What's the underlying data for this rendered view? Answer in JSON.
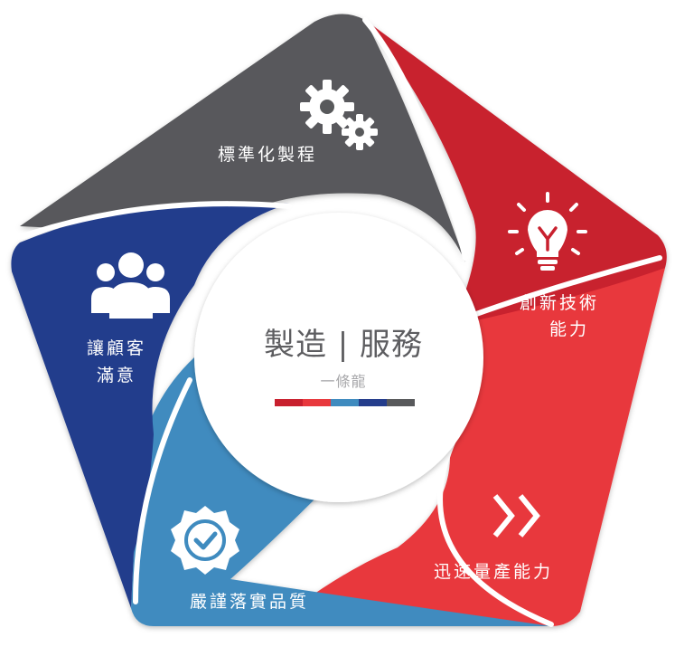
{
  "center": {
    "title": "製造 | 服務",
    "subtitle": "一條龍"
  },
  "segments": {
    "process": {
      "label": "標準化製程",
      "icon": "gears-icon",
      "color": "#58595b"
    },
    "innovation": {
      "label_line1": "創新技術",
      "label_line2": "能力",
      "icon": "lightbulb-icon",
      "color": "#c8202e"
    },
    "speed": {
      "label": "迅速量產能力",
      "icon": "double-chevron-right-icon",
      "color": "#e8383d"
    },
    "quality": {
      "label": "嚴謹落實品質",
      "icon": "check-badge-icon",
      "color": "#3f8bbf"
    },
    "satisfaction": {
      "label_line1": "讓顧客",
      "label_line2": "滿意",
      "icon": "users-group-icon",
      "color": "#243d8c"
    }
  },
  "color_bar": [
    "#c8202e",
    "#e8383d",
    "#3f8bbf",
    "#243d8c",
    "#58595b"
  ]
}
